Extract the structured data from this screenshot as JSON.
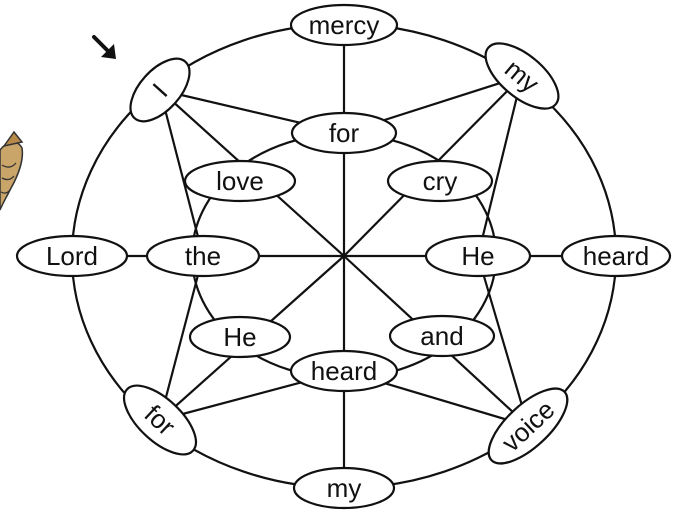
{
  "diagram": {
    "words": {
      "top": "mercy",
      "top_left": "I",
      "top_right": "my",
      "left": "Lord",
      "right": "heard",
      "bottom_left": "for",
      "bottom_right": "voice",
      "bottom": "my",
      "inner_top": "for",
      "inner_top_left": "love",
      "inner_top_right": "cry",
      "inner_left": "the",
      "inner_right": "He",
      "inner_bottom_left": "He",
      "inner_bottom_right": "and",
      "inner_bottom": "heard"
    },
    "icons": {
      "arrow": "arrow-down-right-icon",
      "character": "partial-character-illustration"
    },
    "colors": {
      "line": "#111111",
      "background": "#ffffff"
    }
  }
}
